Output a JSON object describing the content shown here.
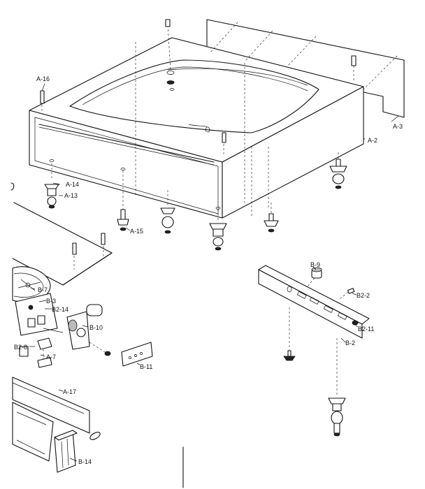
{
  "labels": {
    "a16": "A-16",
    "a3": "A-3",
    "a2": "A-2",
    "a14": "A-14",
    "a13": "A-13",
    "a15": "A-15",
    "b9": "B-9",
    "b2_2": "B2-2",
    "b2_11": "B2-11",
    "b2": "B-2",
    "b7": "B-7",
    "b3": "B-3",
    "b2_14": "B2-14",
    "b10": "B-10",
    "b2_8": "B2-8",
    "a7": "A-7",
    "b11": "B-11",
    "a17": "A-17",
    "b14": "B-14",
    "b2_ch": "B-2"
  }
}
